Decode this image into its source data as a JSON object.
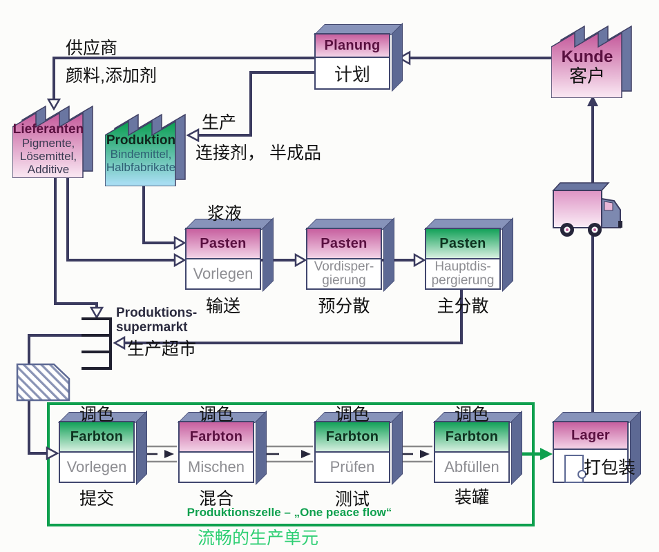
{
  "colors": {
    "line": "#3b3b5f",
    "green": "#0ea04e",
    "pink": "#c7609f",
    "slate": "#6a76a1"
  },
  "top": {
    "supplier": "供应商",
    "supplier_materials": "颜料,添加剂",
    "production": "生产",
    "production_materials": "连接剂， 半成品"
  },
  "factories": {
    "lieferanten": {
      "title": "Lieferanten",
      "line1": "Pigmente,",
      "line2": "Lösemittel,",
      "line3": "Additive"
    },
    "produktion": {
      "title": "Produktion",
      "line1": "Bindemittel,",
      "line2": "Halbfabrikate"
    },
    "kunde": {
      "title": "Kunde",
      "subtitle": "客户"
    }
  },
  "planung": {
    "title": "Planung",
    "subtitle": "计划"
  },
  "pasten": [
    {
      "title": "Pasten",
      "body1": "Vorlegen",
      "label_above": "浆液",
      "label_below": "输送"
    },
    {
      "title": "Pasten",
      "body1": "Vordisper-",
      "body2": "gierung",
      "label_below": "预分散"
    },
    {
      "title": "Pasten",
      "body1": "Hauptdis-",
      "body2": "pergierung",
      "label_below": "主分散"
    }
  ],
  "supermarket": {
    "de1": "Produktions-",
    "de2": "supermarkt",
    "cn": "生产超市"
  },
  "farbton": [
    {
      "title": "Farbton",
      "body": "Vorlegen",
      "label_above": "调色",
      "label_below": "提交"
    },
    {
      "title": "Farbton",
      "body": "Mischen",
      "label_above": "调色",
      "label_below": "混合"
    },
    {
      "title": "Farbton",
      "body": "Prüfen",
      "label_above": "调色",
      "label_below": "测试"
    },
    {
      "title": "Farbton",
      "body": "Abfüllen",
      "label_above": "调色",
      "label_below": "装罐"
    }
  ],
  "lager": {
    "title": "Lager",
    "cn": "打包装"
  },
  "cell": {
    "title_de": "Produktionszelle – „One peace flow“",
    "title_cn": "流畅的生产单元"
  }
}
